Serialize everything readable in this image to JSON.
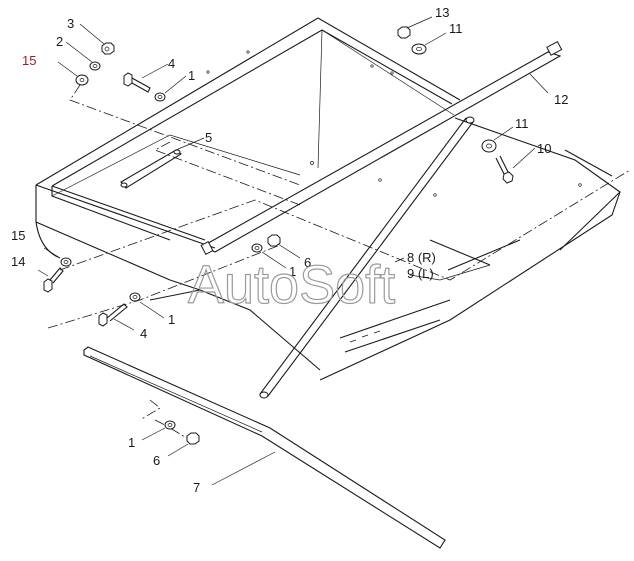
{
  "diagram": {
    "watermark": "AutoSoft",
    "callouts": [
      {
        "id": "c3",
        "text": "3"
      },
      {
        "id": "c2",
        "text": "2"
      },
      {
        "id": "c15a",
        "text": "15",
        "highlight": true
      },
      {
        "id": "c4a",
        "text": "4"
      },
      {
        "id": "c1a",
        "text": "1"
      },
      {
        "id": "c5",
        "text": "5"
      },
      {
        "id": "c13",
        "text": "13"
      },
      {
        "id": "c11a",
        "text": "11"
      },
      {
        "id": "c12",
        "text": "12"
      },
      {
        "id": "c11b",
        "text": "11"
      },
      {
        "id": "c10",
        "text": "10"
      },
      {
        "id": "c15b",
        "text": "15"
      },
      {
        "id": "c14",
        "text": "14"
      },
      {
        "id": "c6a",
        "text": "6"
      },
      {
        "id": "c1b",
        "text": "1"
      },
      {
        "id": "c8",
        "text": "8 (R)"
      },
      {
        "id": "c9",
        "text": "9 (L)"
      },
      {
        "id": "c1c",
        "text": "1"
      },
      {
        "id": "c4b",
        "text": "4"
      },
      {
        "id": "c1d",
        "text": "1"
      },
      {
        "id": "c6b",
        "text": "6"
      },
      {
        "id": "c7",
        "text": "7"
      }
    ],
    "colors": {
      "line": "#1a1a1a",
      "highlight": "#9a1c2c",
      "watermark": "#9a9a9a"
    }
  }
}
